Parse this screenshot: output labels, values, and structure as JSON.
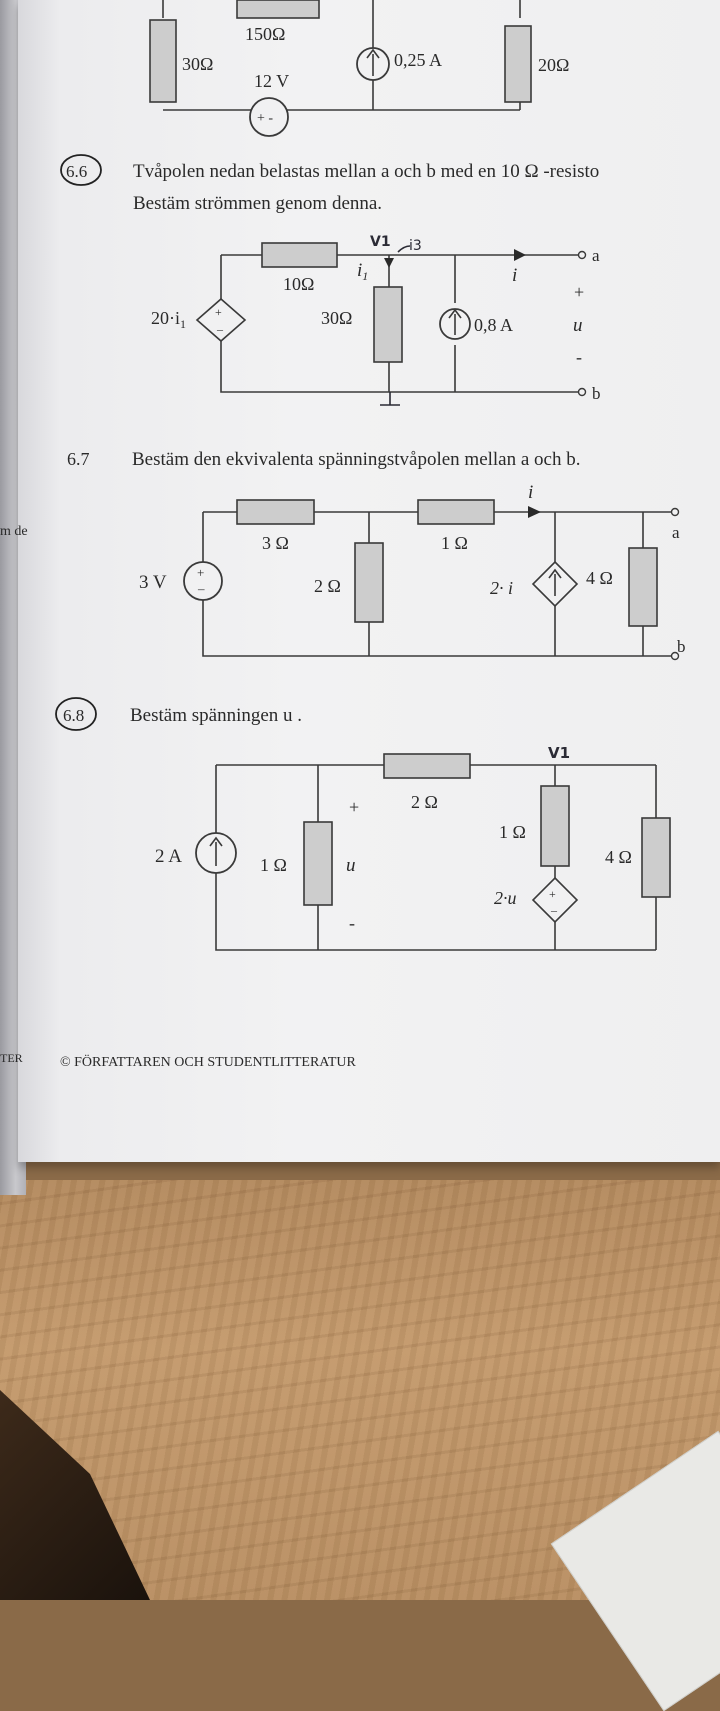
{
  "problems": {
    "p66": {
      "number": "6.6",
      "line1": "Tvåpolen nedan belastas mellan a och b med en 10 Ω -resisto",
      "line2": "Bestäm strömmen genom denna."
    },
    "p67": {
      "number": "6.7",
      "text": "Bestäm den ekvivalenta spänningstvåpolen mellan a och b."
    },
    "p68": {
      "number": "6.8",
      "text": "Bestäm spänningen u ."
    }
  },
  "circuit_top": {
    "r150": "150Ω",
    "r30": "30Ω",
    "v12": "12 V",
    "plusminus": "+ -",
    "i025": "0,25 A",
    "r20": "20Ω"
  },
  "circuit_66": {
    "r10": "10Ω",
    "dep_source": "20·i",
    "dep_sub": "1",
    "i1": "i",
    "i1_sub": "1",
    "r30": "30Ω",
    "i08": "0,8 A",
    "i_label": "i",
    "plus": "+",
    "u": "u",
    "minus": "-",
    "a": "a",
    "b": "b",
    "hand_v1": "V1",
    "hand_i3": "i3"
  },
  "circuit_67": {
    "r3": "3 Ω",
    "r1": "1 Ω",
    "i_label": "i",
    "a": "a",
    "v3": "3 V",
    "r2": "2 Ω",
    "dep": "2· i",
    "r4": "4 Ω",
    "b": "b"
  },
  "circuit_68": {
    "hand_v1": "V1",
    "r2": "2 Ω",
    "plus": "+",
    "r1top": "1 Ω",
    "a2": "2 A",
    "r1": "1 Ω",
    "u": "u",
    "r4": "4 Ω",
    "dep": "2·u",
    "minus": "-"
  },
  "footer": "© FÖRFATTAREN OCH STUDENTLITTERATUR",
  "margin_text_1": "m de",
  "margin_text_2": "TER"
}
